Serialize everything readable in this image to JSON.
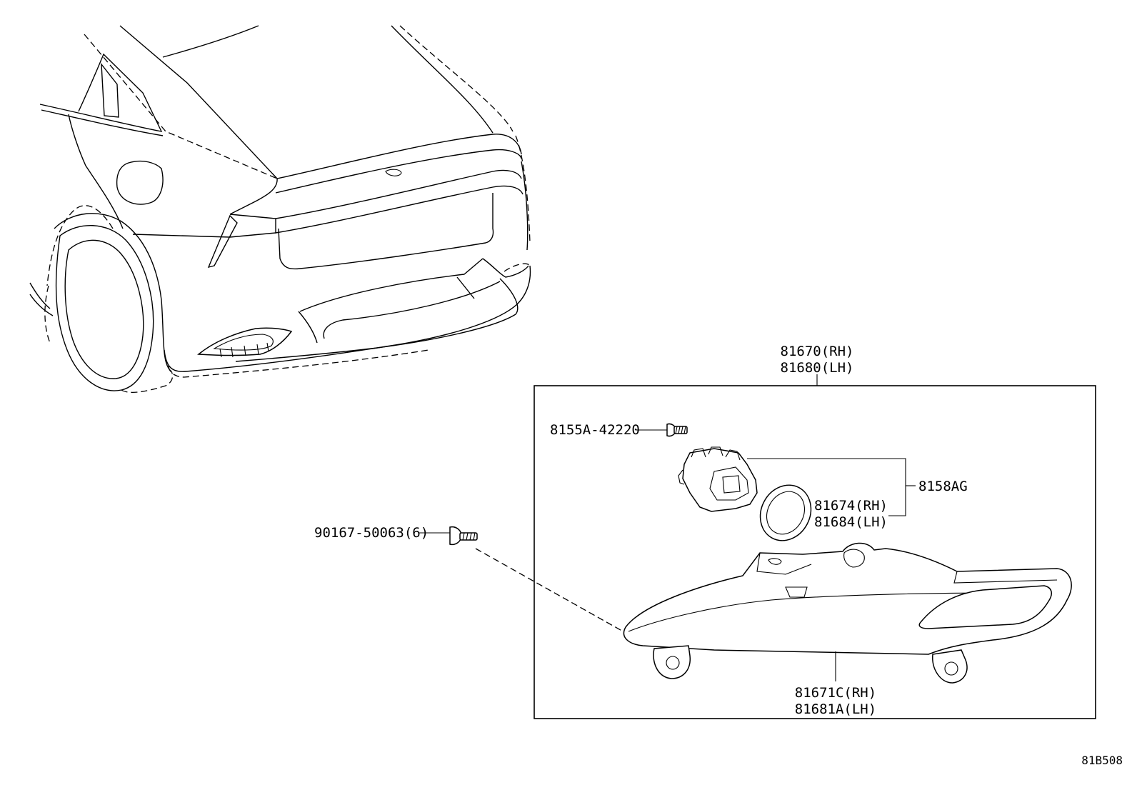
{
  "assembly": {
    "part_rh": "81670(RH)",
    "part_lh": "81680(LH)"
  },
  "parts": {
    "screw": "8155A-42220",
    "bulb_socket": "8158AG",
    "gasket_rh": "81674(RH)",
    "gasket_lh": "81684(LH)",
    "bolt": "90167-50063(6)",
    "lens_rh": "81671C(RH)",
    "lens_lh": "81681A(LH)"
  },
  "diagram_code": "81B508"
}
